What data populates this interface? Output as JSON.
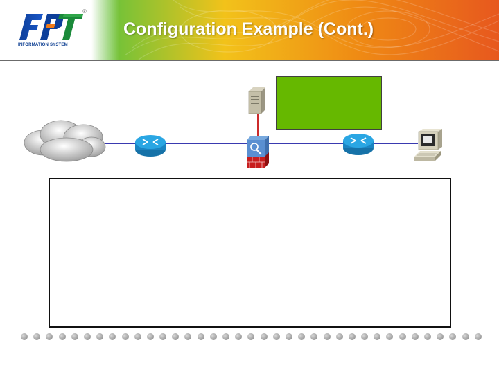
{
  "slide": {
    "title": "Configuration Example (Cont.)"
  },
  "logo": {
    "letters": "FPT",
    "tagline": "INFORMATION SYSTEM",
    "registered_mark": "®"
  },
  "diagram": {
    "nodes": [
      "cloud",
      "router",
      "server",
      "firewall",
      "router",
      "workstation"
    ],
    "highlight_color": "#66b800",
    "link_color": "#3a3ab0",
    "drop_link_color": "#cc2b2b"
  },
  "footer": {
    "dot_count": 37
  }
}
